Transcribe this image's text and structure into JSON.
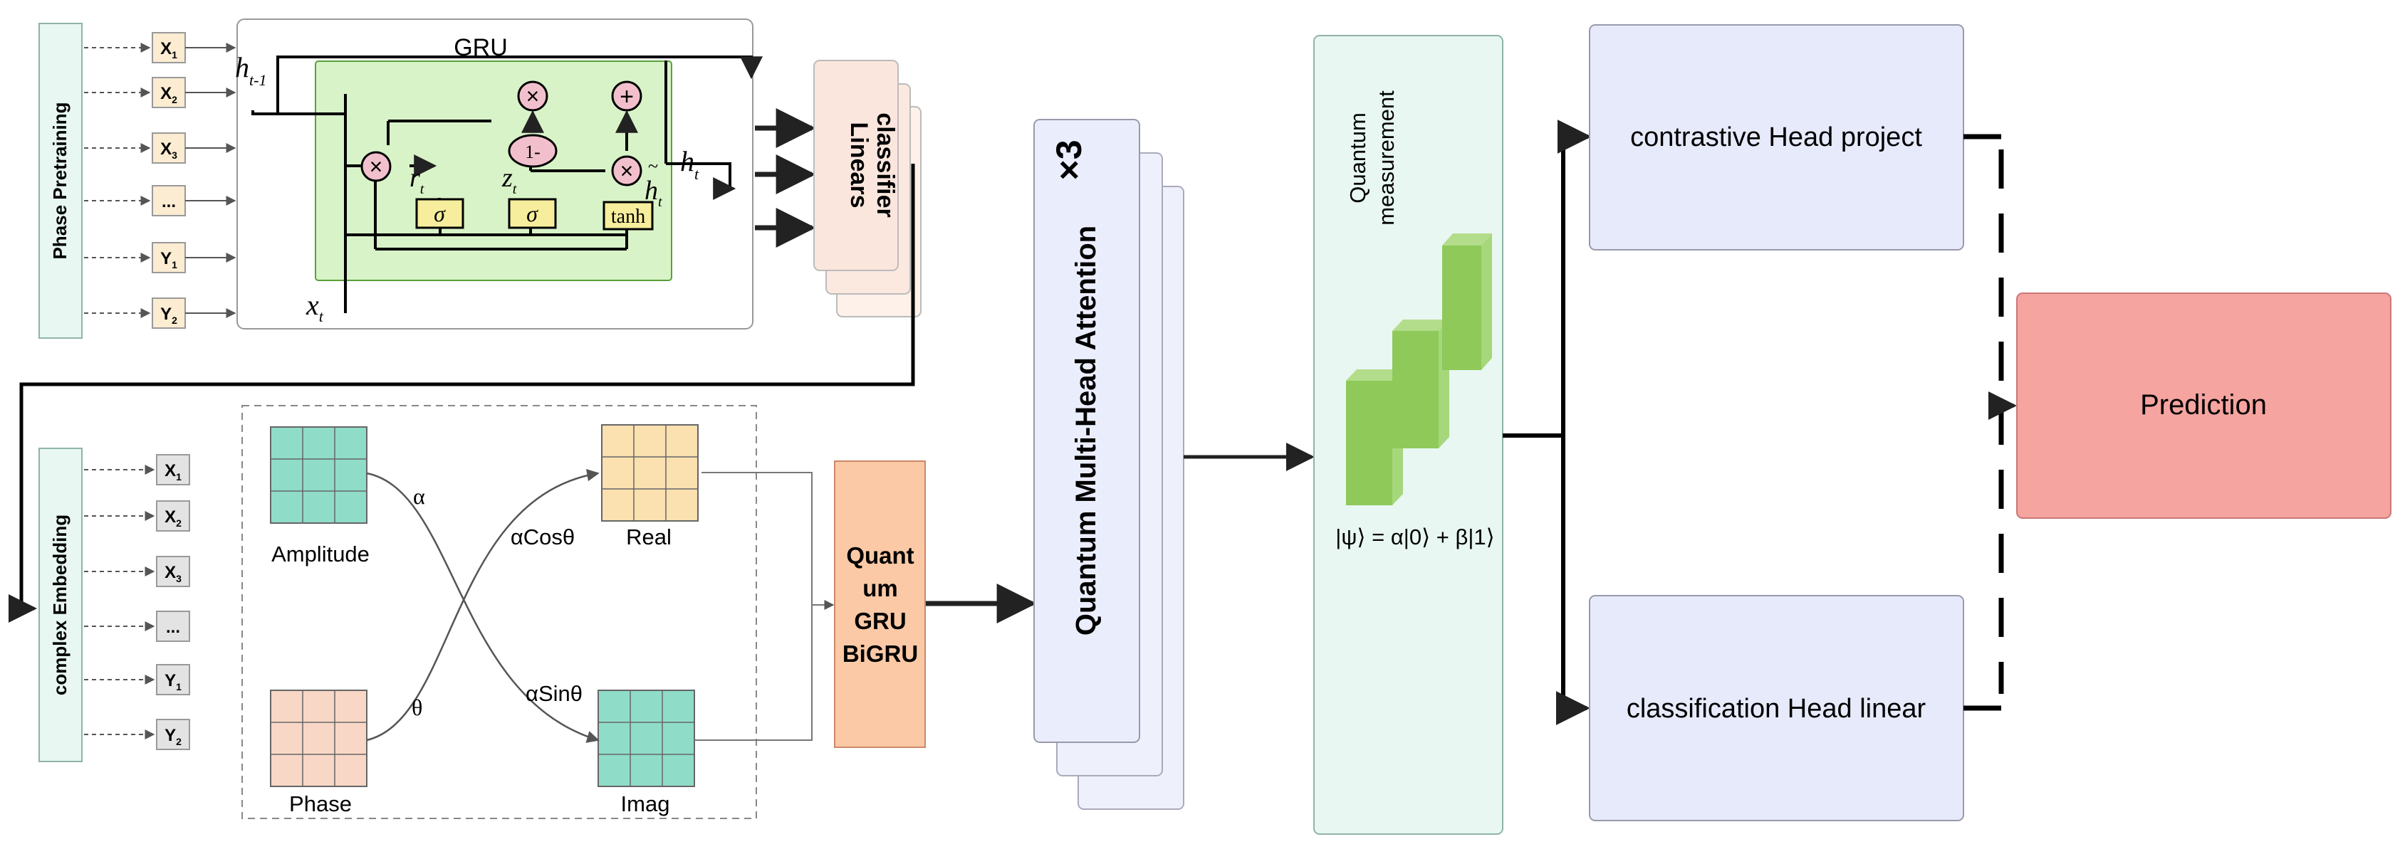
{
  "pretraining": {
    "phase_label": "Phase Pretraining",
    "inputs": [
      {
        "base": "X",
        "sub": "1"
      },
      {
        "base": "X",
        "sub": "2"
      },
      {
        "base": "X",
        "sub": "3"
      },
      {
        "base": "...",
        "sub": ""
      },
      {
        "base": "Y",
        "sub": "1"
      },
      {
        "base": "Y",
        "sub": "2"
      }
    ],
    "gru_title": "GRU",
    "gru": {
      "h_prev": {
        "base": "h",
        "sub": "t-1"
      },
      "h_out": {
        "base": "h",
        "sub": "t"
      },
      "h_tilde": {
        "base": "h",
        "sub": "t"
      },
      "r": {
        "base": "r",
        "sub": "t"
      },
      "z": {
        "base": "z",
        "sub": "t"
      },
      "x": {
        "base": "x",
        "sub": "t"
      },
      "sigma": "σ",
      "tanh": "tanh",
      "one_minus": "1-",
      "mul": "×",
      "add": "+"
    },
    "classifier_line1": "classifier",
    "classifier_line2": "Linears"
  },
  "embedding": {
    "label": "complex Embedding",
    "inputs": [
      {
        "base": "X",
        "sub": "1"
      },
      {
        "base": "X",
        "sub": "2"
      },
      {
        "base": "X",
        "sub": "3"
      },
      {
        "base": "...",
        "sub": ""
      },
      {
        "base": "Y",
        "sub": "1"
      },
      {
        "base": "Y",
        "sub": "2"
      }
    ],
    "amplitude": "Amplitude",
    "phase": "Phase",
    "real": "Real",
    "imag": "Imag",
    "alpha": "α",
    "theta": "θ",
    "alpha_cos": "αCosθ",
    "alpha_sin": "αSinθ",
    "qgru_lines": [
      "Quant",
      "um",
      "GRU",
      "BiGRU"
    ]
  },
  "attention": {
    "label": "Quantum Multi-Head Attention",
    "times": "×3"
  },
  "measurement": {
    "title_line1": "Quantum",
    "title_line2": "measurement",
    "formula": "|ψ⟩ = α|0⟩ + β|1⟩"
  },
  "heads": {
    "contrastive": "contrastive Head project",
    "classification": "classification Head linear"
  },
  "prediction": "Prediction",
  "colors": {
    "mint": "#e8f7f2",
    "input_box": "#fbecd2",
    "input_box_gray": "#e3e3e3",
    "gru_green": "#d9f3c8",
    "classifier": "#fbe6dd",
    "teal": "#8fdcc9",
    "peach": "#f9d7c6",
    "yellow": "#fbe0b0",
    "qgru": "#fbc9a6",
    "attention": "#eaeefc",
    "head": "#e7eafb",
    "prediction": "#f5a4a0",
    "bar_green": "#8ec95a"
  }
}
